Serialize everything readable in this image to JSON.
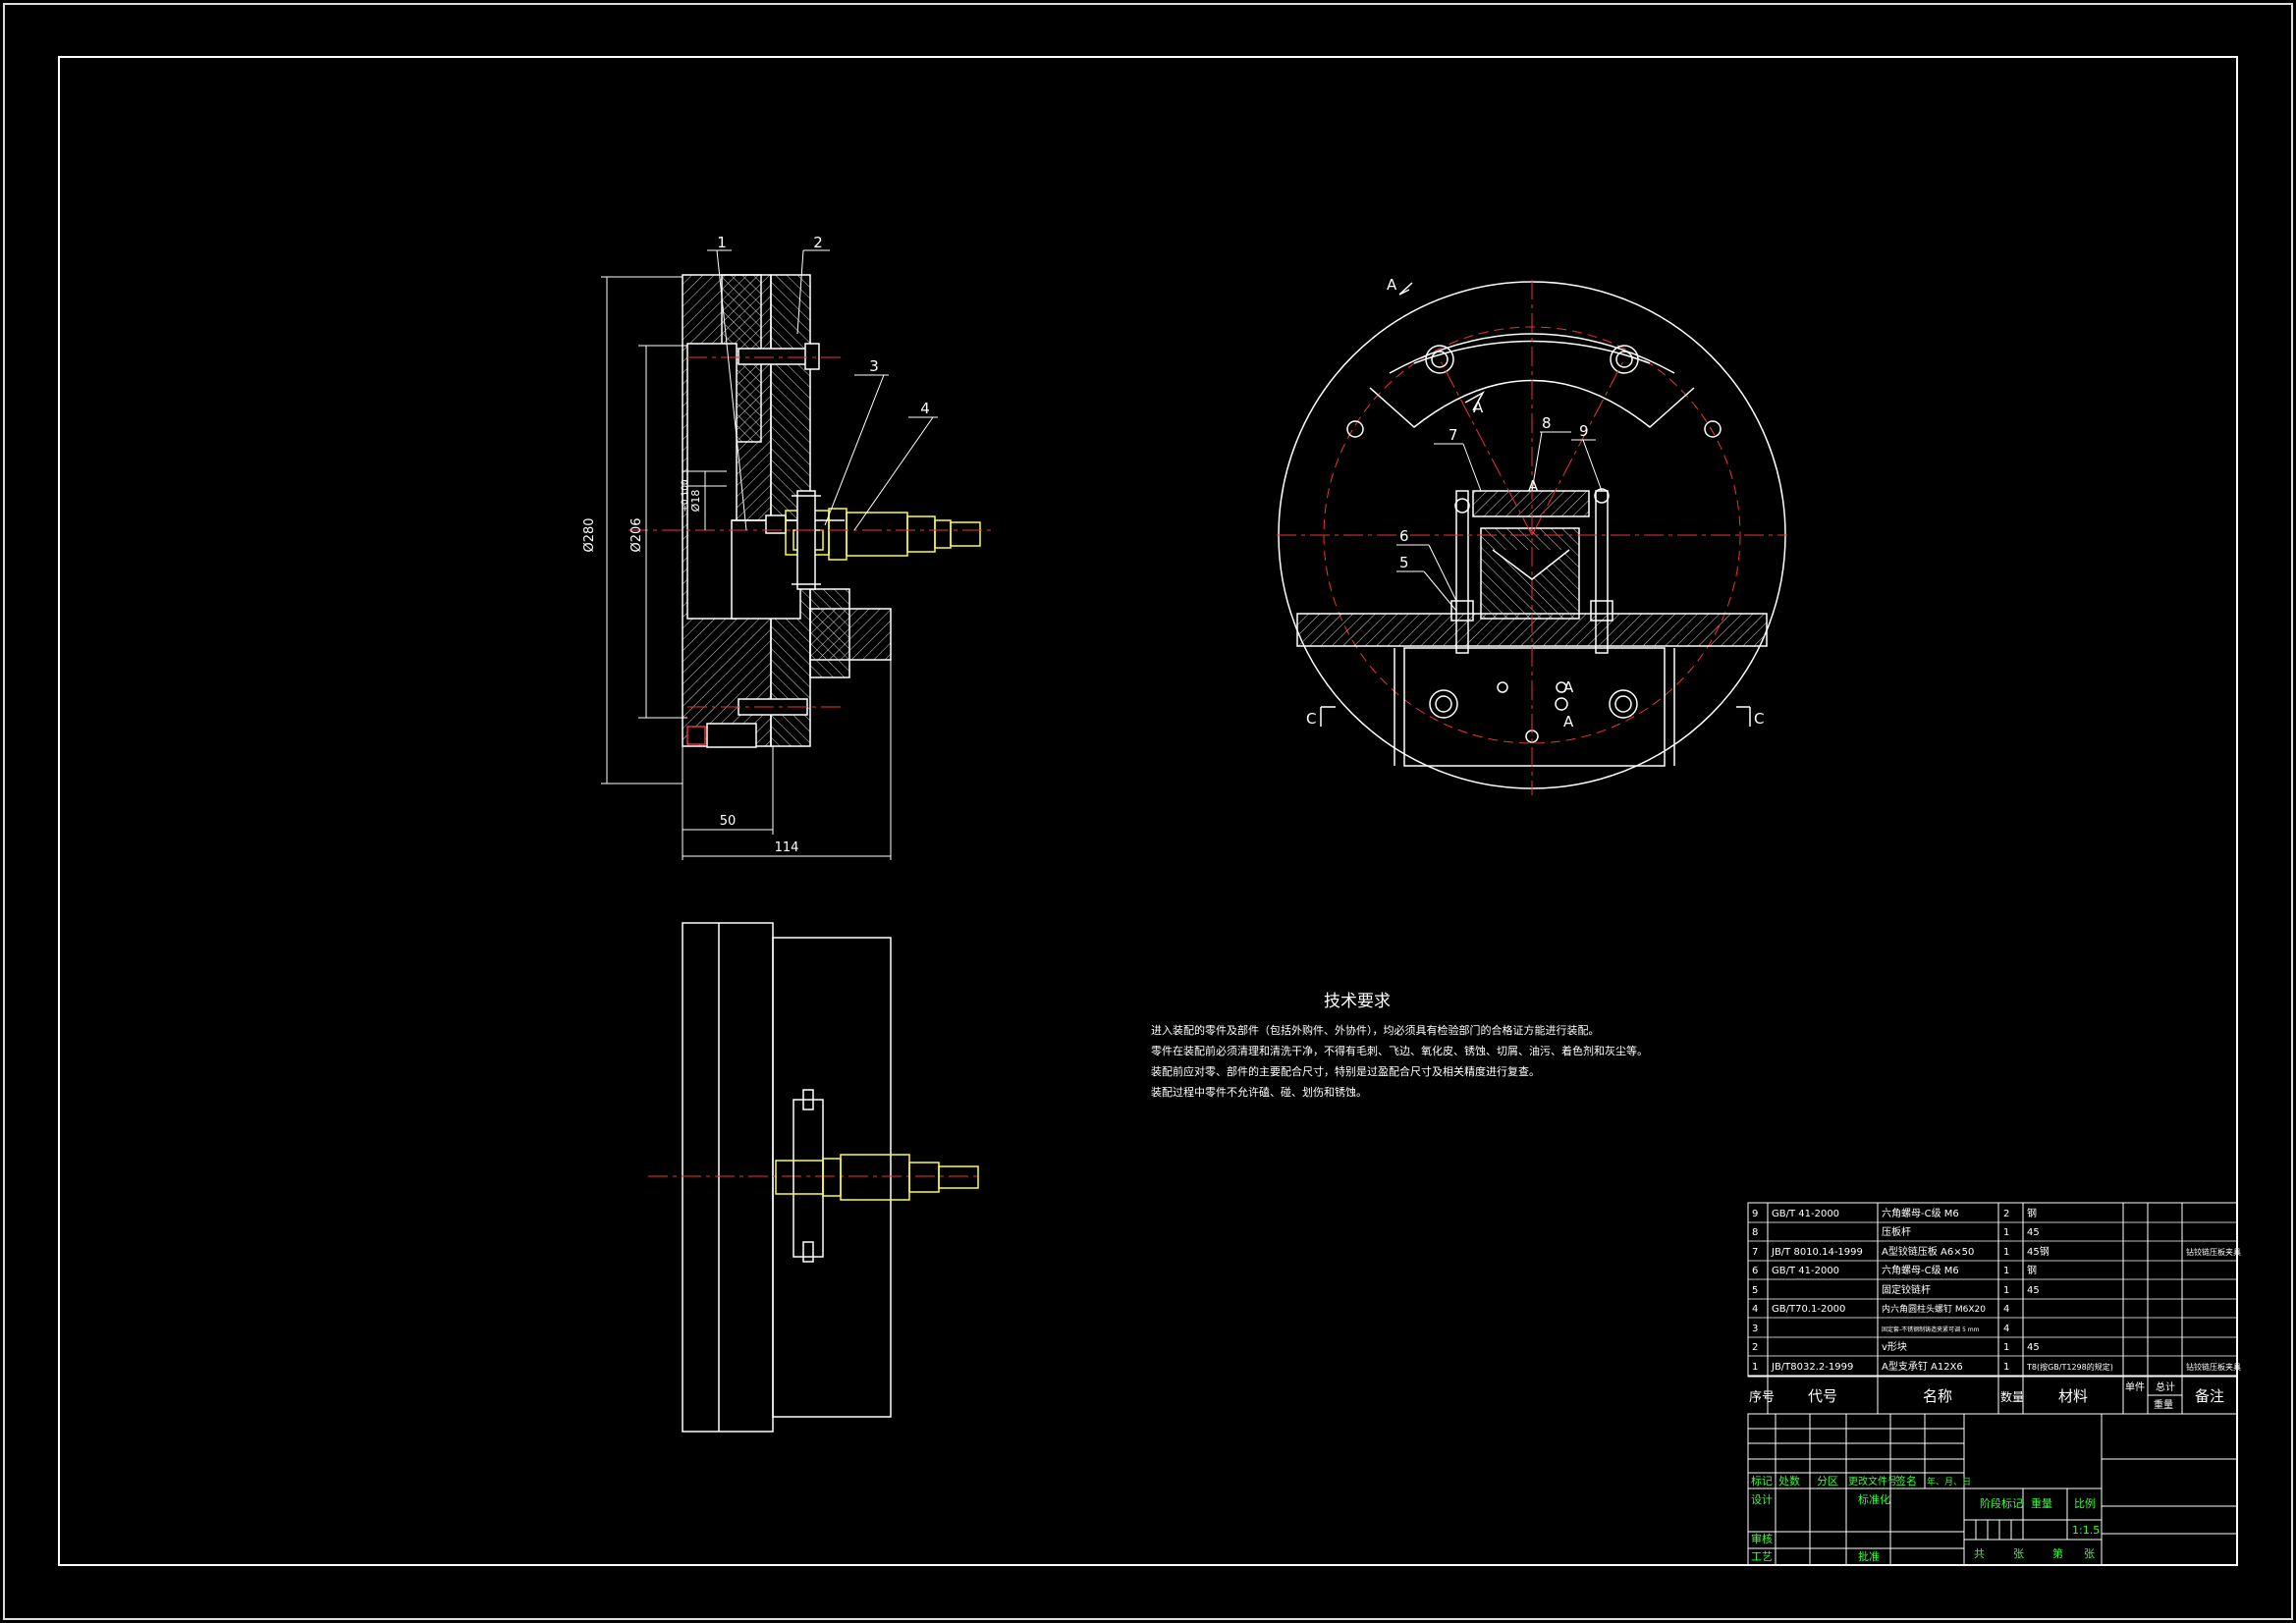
{
  "drawing": {
    "dimensions": {
      "phi280": "Ø280",
      "phi206": "Ø206",
      "phi18": "Ø18",
      "tol": "+0.100",
      "d50": "50",
      "d114": "114"
    },
    "balloons": {
      "b1": "1",
      "b2": "2",
      "b3": "3",
      "b4": "4",
      "b5": "5",
      "b6": "6",
      "b7": "7",
      "b8": "8",
      "b9": "9"
    },
    "section_labels": {
      "a_top": "A",
      "a_mid": "A",
      "a_center": "A",
      "a_low1": "A",
      "a_low2": "A",
      "c_left": "C",
      "c_right": "C"
    }
  },
  "tech_requirements": {
    "title": "技术要求",
    "lines": [
      "进入装配的零件及部件（包括外购件、外协件），均必须具有检验部门的合格证方能进行装配。",
      "零件在装配前必须清理和清洗干净，不得有毛刺、飞边、氧化皮、锈蚀、切屑、油污、着色剂和灰尘等。",
      "装配前应对零、部件的主要配合尺寸，特别是过盈配合尺寸及相关精度进行复查。",
      "装配过程中零件不允许磕、碰、划伤和锈蚀。"
    ]
  },
  "bom": {
    "rows": [
      {
        "no": "9",
        "code": "GB/T 41-2000",
        "name": "六角螺母-C级 M6",
        "qty": "2",
        "material": "钢",
        "note": ""
      },
      {
        "no": "8",
        "code": "",
        "name": "压板杆",
        "qty": "1",
        "material": "45",
        "note": ""
      },
      {
        "no": "7",
        "code": "JB/T 8010.14-1999",
        "name": "A型铰链压板 A6×50",
        "qty": "1",
        "material": "45钢",
        "note": "钻铰链压板夹具"
      },
      {
        "no": "6",
        "code": "GB/T 41-2000",
        "name": "六角螺母-C级 M6",
        "qty": "1",
        "material": "钢",
        "note": ""
      },
      {
        "no": "5",
        "code": "",
        "name": "固定铰链杆",
        "qty": "1",
        "material": "45",
        "note": ""
      },
      {
        "no": "4",
        "code": "GB/T70.1-2000",
        "name": "内六角圆柱头螺钉 M6X20",
        "qty": "4",
        "material": "",
        "note": ""
      },
      {
        "no": "3",
        "code": "",
        "name": "固定套-不锈钢制铸造夹紧可调 5 mm",
        "qty": "4",
        "material": "",
        "note": ""
      },
      {
        "no": "2",
        "code": "",
        "name": "v形块",
        "qty": "1",
        "material": "45",
        "note": ""
      },
      {
        "no": "1",
        "code": "JB/T8032.2-1999",
        "name": "A型支承钉 A12X6",
        "qty": "1",
        "material": "T8(按GB/T1298的规定)",
        "note": "钻铰链压板夹具"
      }
    ],
    "header": {
      "no": "序号",
      "code": "代号",
      "name": "名称",
      "qty": "数量",
      "material": "材料",
      "unit": "单件",
      "total": "总计",
      "weight": "重量",
      "note": "备注"
    }
  },
  "title_block": {
    "mark": "标记",
    "count": "处数",
    "zone": "分区",
    "doc_no": "更改文件号",
    "signature": "签名",
    "date": "年、月、日",
    "design": "设计",
    "standardize": "标准化",
    "stage_mark": "阶段标记",
    "weight": "重量",
    "scale": "比例",
    "scale_value": "1:1.5",
    "review": "审核",
    "process": "工艺",
    "approve": "批准",
    "total": "共",
    "sheets": "张",
    "sheet_no": "第",
    "sheets2": "张"
  }
}
